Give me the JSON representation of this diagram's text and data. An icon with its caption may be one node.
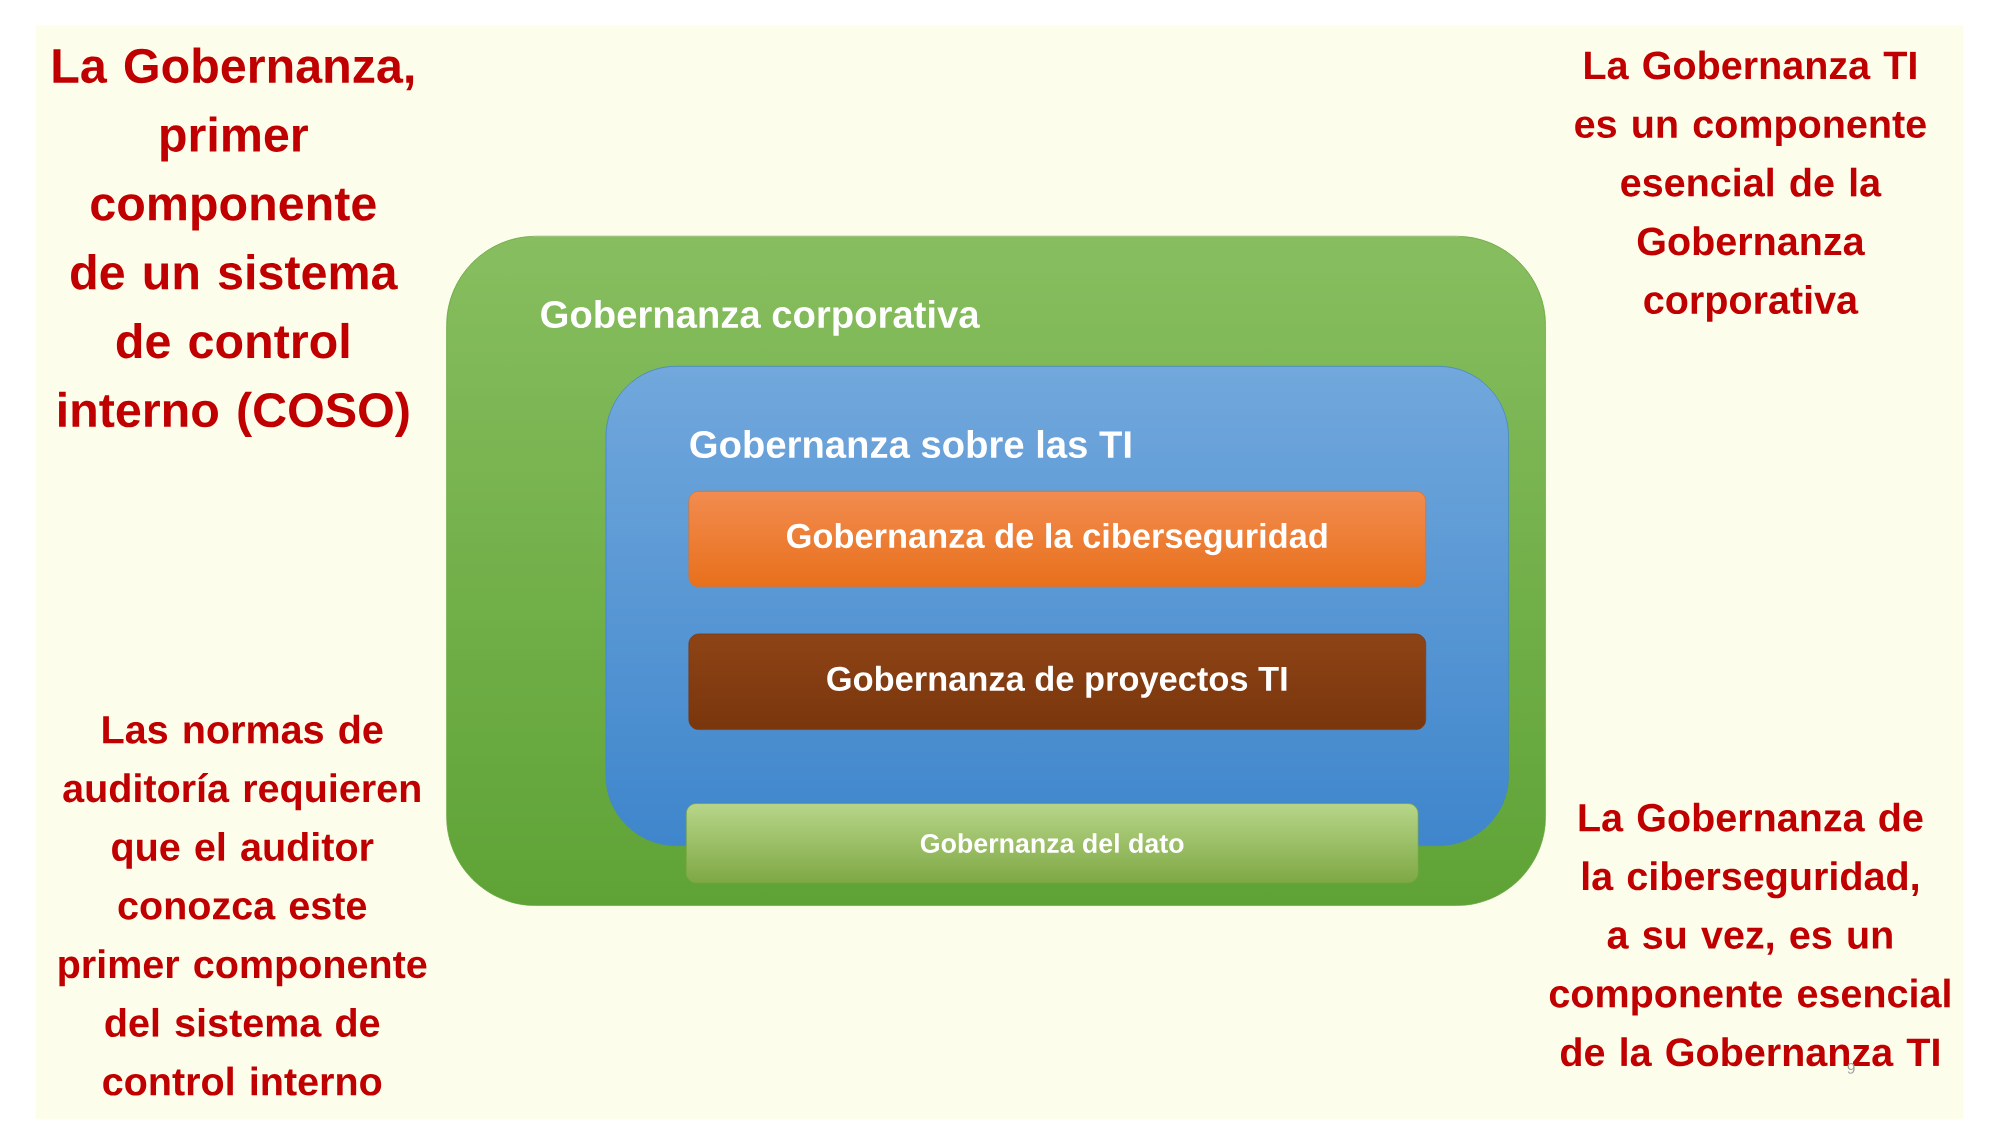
{
  "diagram": {
    "nodes": [
      {
        "text": [
          "Gobernanza corporativa"
        ]
      },
      {
        "text": [
          "Gobernanza sobre las TI"
        ],
        "in": 0
      },
      {
        "text": [
          "Gobernanza de la ciberseguridad"
        ],
        "in": 1
      },
      {
        "text": [
          "Gobernanza de proyectos TI"
        ],
        "in": 1
      },
      {
        "text": [
          "Gobernanza del dato"
        ],
        "in": 0
      }
    ],
    "edges": [],
    "labels": [
      "La Gobernanza, primer componente de un sistema de control interno (COSO)",
      "La Gobernanza TI es un componente esencial de la Gobernanza corporativa",
      "Las normas de auditoría requieren que el auditor conozca este primer componente del sistema de control interno",
      "La Gobernanza de la ciberseguridad, a su vez, es un componente esencial de la Gobernanza TI",
      "9"
    ]
  }
}
